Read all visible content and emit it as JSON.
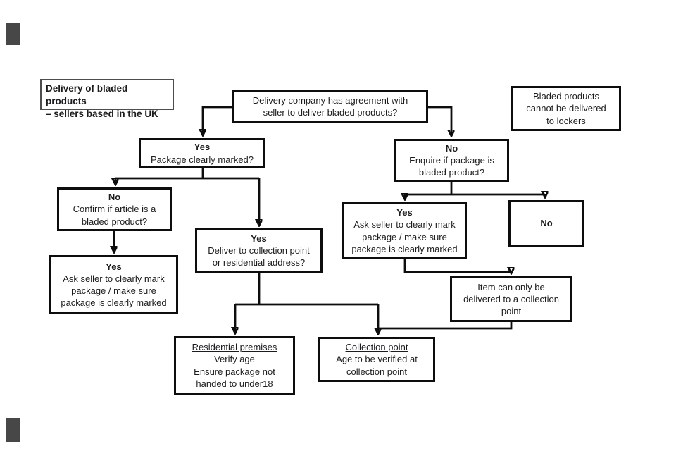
{
  "diagram": {
    "title_box": {
      "text": "Delivery of bladed products\n– sellers based in the UK"
    },
    "nodes": {
      "agreement": {
        "body": "Delivery company has agreement with\nseller to deliver bladed products?"
      },
      "lockers_note": {
        "body": "Bladed products\ncannot be delivered\nto lockers"
      },
      "yes_marked": {
        "head": "Yes",
        "body": "Package clearly marked?"
      },
      "no_enquire": {
        "head": "No",
        "body": "Enquire if package is\nbladed product?"
      },
      "no_confirm": {
        "head": "No",
        "body": "Confirm if article is a\nbladed product?"
      },
      "yes_ask_left": {
        "head": "Yes",
        "body": "Ask seller to clearly mark\npackage / make sure\npackage is clearly marked"
      },
      "yes_deliver": {
        "head": "Yes",
        "body": "Deliver to collection point\nor residential address?"
      },
      "yes_ask_right": {
        "head": "Yes",
        "body": "Ask seller to clearly mark\npackage / make sure\npackage is clearly marked"
      },
      "no_box": {
        "head": "No"
      },
      "collection_only": {
        "body": "Item can only be\ndelivered to a collection\npoint"
      },
      "residential": {
        "head": "Residential premises",
        "body": "Verify age\nEnsure package not\nhanded to under18"
      },
      "collection": {
        "head": "Collection point",
        "body": "Age to be verified at\ncollection point"
      }
    },
    "edges": [
      {
        "from": "agreement",
        "to": "yes_marked"
      },
      {
        "from": "agreement",
        "to": "no_enquire"
      },
      {
        "from": "yes_marked",
        "to": "no_confirm"
      },
      {
        "from": "yes_marked",
        "to": "yes_deliver"
      },
      {
        "from": "no_confirm",
        "to": "yes_ask_left"
      },
      {
        "from": "no_enquire",
        "to": "yes_ask_right"
      },
      {
        "from": "no_enquire",
        "to": "no_box"
      },
      {
        "from": "yes_ask_right",
        "to": "collection_only"
      },
      {
        "from": "yes_deliver",
        "to": "residential"
      },
      {
        "from": "yes_deliver",
        "to": "collection"
      },
      {
        "from": "collection_only",
        "to": "collection"
      }
    ],
    "colors": {
      "box_border": "#0d0d0d",
      "title_border": "#4d4d4d",
      "text": "#1c1c1e",
      "background": "#ffffff"
    }
  }
}
